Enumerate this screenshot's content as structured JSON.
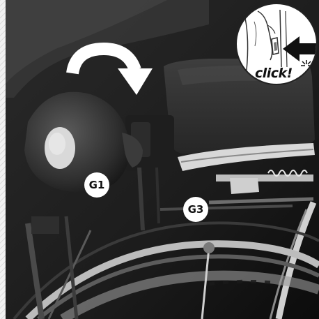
{
  "labels": {
    "g1": "G1",
    "g3": "G3"
  },
  "inset": {
    "caption": "click!"
  },
  "icons": {
    "rotate_arrow": "clockwise-rotation-arrow-icon",
    "push_arrow": "push-left-arrow-icon"
  }
}
